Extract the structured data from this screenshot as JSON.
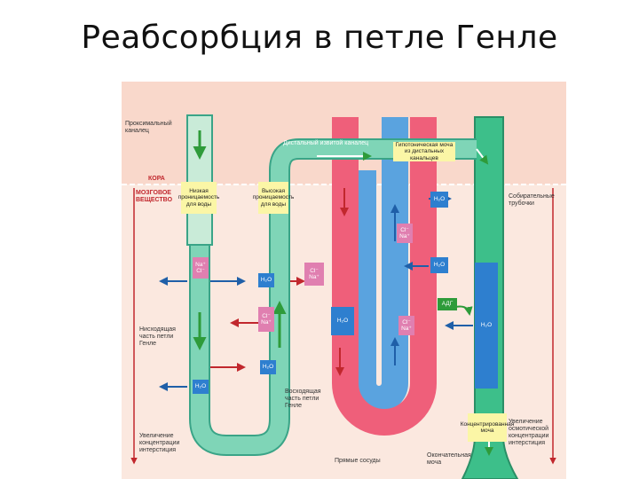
{
  "title": "Реабсорбция в петле Генле",
  "colors": {
    "cortex_bg": "#f9d8cb",
    "medulla_bg": "#fbe8df",
    "tubule": "#7fd5b7",
    "tubule_edge": "#3aa487",
    "collecting_duct": "#3dbf8a",
    "artery": "#ef5f7a",
    "vein": "#5aa3df",
    "water_box": "#2e7fcf",
    "ion_box": "#e07fb0",
    "note_box": "#fbf6a6",
    "arrow_red": "#c1272d",
    "arrow_green": "#2e9b3a"
  },
  "labels": {
    "proximal": "Проксимальный каналец",
    "distal": "Дистальный извитой каналец",
    "cortex": "КОРА",
    "medulla": "МОЗГОВОЕ ВЕЩЕСТВО",
    "note_water": "Низкая проницаемость для воды",
    "note_pumps": "Высокая проницаемость для воды",
    "note_hypo": "Гипотоническая моча из дистальных канальцев",
    "collecting": "Собирательные трубочки",
    "descending": "Нисходящая часть петли Генле",
    "ascending": "Восходящая часть петли Генле",
    "increase_left": "Увеличение концентрации интерстиция",
    "vessels": "Прямые сосуды",
    "conc_urine": "Концентрированная моча",
    "increase_right": "Увеличение осмотической концентрации интерстиция",
    "final_urine": "Окончательная моча"
  },
  "ions": {
    "na_cl": "Na⁺ Cl⁻",
    "cl_na": "Cl⁻ Na⁺",
    "h2o": "H₂O",
    "adh": "АДГ"
  }
}
